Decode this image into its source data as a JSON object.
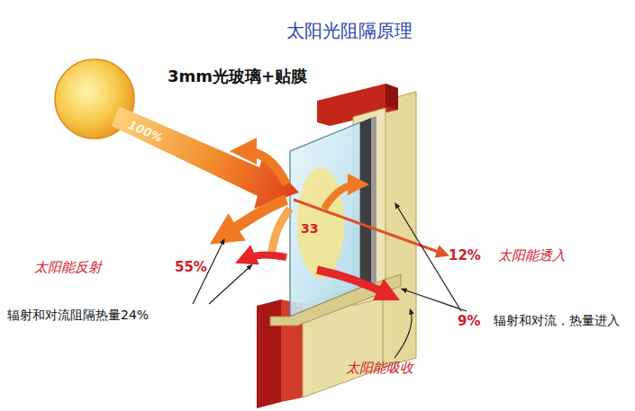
{
  "diagram": {
    "title": "太阳光阻隔原理",
    "labels": [
      "3mm光玻璃+贴膜",
      "100%",
      "33",
      "太阳能反射",
      "55%",
      "12%",
      "太阳能透入",
      "辐射和对流阻隔热量24%",
      "9%",
      "辐射和对流，热量进入",
      "太阳能吸收"
    ]
  }
}
